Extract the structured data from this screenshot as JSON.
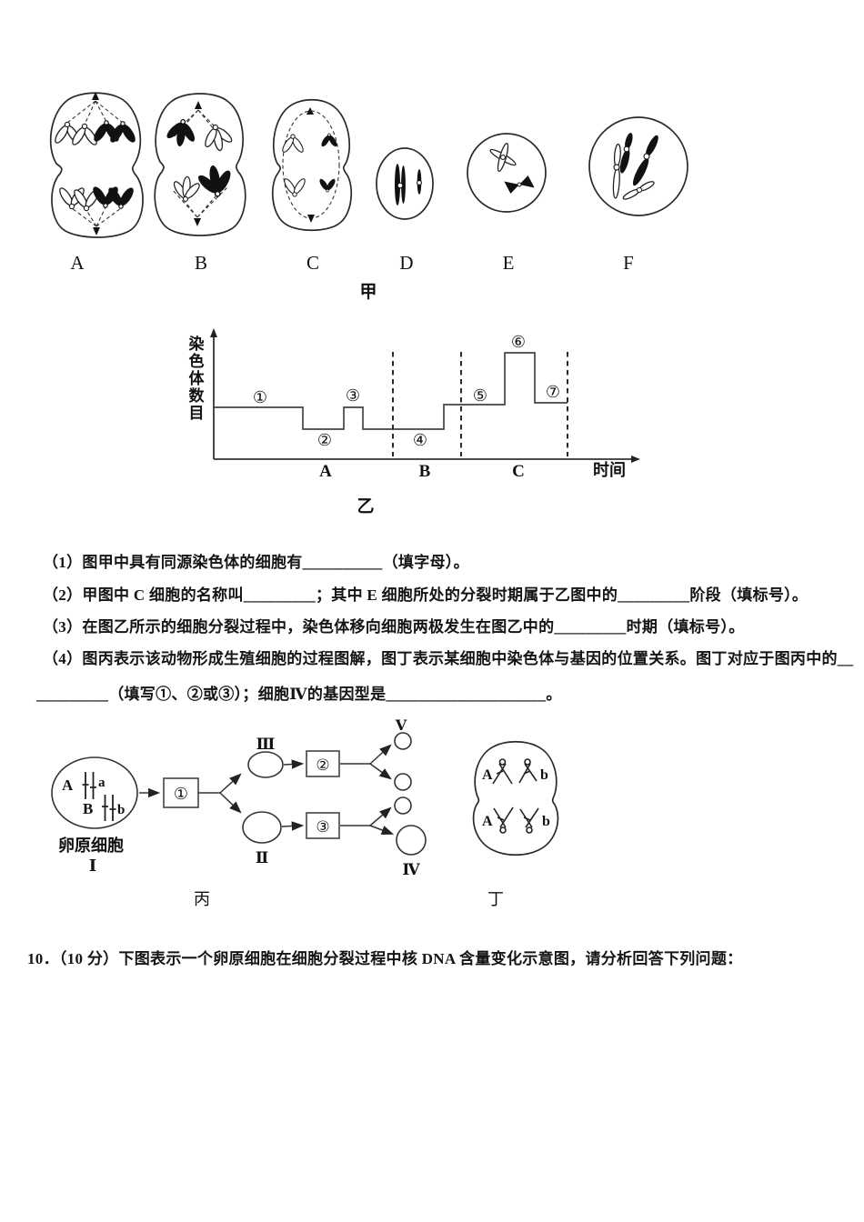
{
  "page": {
    "background": "#ffffff",
    "ink": "#1c1c1c"
  },
  "figure_jia": {
    "caption": "甲",
    "cells": [
      {
        "label": "A"
      },
      {
        "label": "B"
      },
      {
        "label": "C"
      },
      {
        "label": "D"
      },
      {
        "label": "E"
      },
      {
        "label": "F"
      }
    ]
  },
  "figure_yi": {
    "caption": "乙",
    "ylabel": "染色体数目",
    "ylabel_chars": [
      "染",
      "色",
      "体",
      "数",
      "目"
    ],
    "xlabel": "时间",
    "stages": [
      "①",
      "②",
      "③",
      "④",
      "⑤",
      "⑥",
      "⑦"
    ],
    "sections": [
      "A",
      "B",
      "C"
    ],
    "chart_data": {
      "type": "line",
      "description": "细胞分裂过程中染色体数目随时间的阶梯变化曲线",
      "ylabel": "染色体数目",
      "xlabel": "时间",
      "sections": [
        "A",
        "B",
        "C"
      ],
      "steps": [
        {
          "stage": "①",
          "section": "A",
          "level": "2n"
        },
        {
          "stage": "②",
          "section": "A",
          "level": "n"
        },
        {
          "stage": "③",
          "section": "A",
          "level": "2n"
        },
        {
          "stage": "④",
          "section": "A-B",
          "level": "n"
        },
        {
          "stage": "⑤",
          "section": "B-C",
          "level": "2n"
        },
        {
          "stage": "⑥",
          "section": "C",
          "level": "4n"
        },
        {
          "stage": "⑦",
          "section": "C",
          "level": "2n"
        }
      ]
    }
  },
  "questions": {
    "q1": "（1）图甲中具有同源染色体的细胞有__________（填字母）。",
    "q2": "（2）甲图中 C 细胞的名称叫_________；其中 E 细胞所处的分裂时期属于乙图中的_________阶段（填标号）。",
    "q3": "（3）在图乙所示的细胞分裂过程中，染色体移向细胞两极发生在图乙中的_________时期（填标号）。",
    "q4a": "（4）图丙表示该动物形成生殖细胞的过程图解，图丁表示某细胞中染色体与基因的位置关系。图丁对应于图丙中的__",
    "q4b": "_________（填写①、②或③）；细胞Ⅳ的基因型是____________________。"
  },
  "figure_bing": {
    "caption": "丙",
    "oogonium": {
      "gene_rows": [
        {
          "left": "A",
          "right": "a"
        },
        {
          "left": "B",
          "right": "b"
        }
      ],
      "name": "卵原细胞",
      "numeral": "Ⅰ"
    },
    "process_labels": [
      "①",
      "②",
      "③"
    ],
    "cell_numerals": {
      "II": "Ⅱ",
      "III": "Ⅲ",
      "IV": "Ⅳ",
      "V": "Ⅴ"
    }
  },
  "figure_ding": {
    "caption": "丁",
    "genes": {
      "top_left": "A",
      "top_right": "b",
      "bottom_left": "A",
      "bottom_right": "b"
    }
  },
  "question10": "10．（10 分）下图表示一个卵原细胞在细胞分裂过程中核 DNA 含量变化示意图，请分析回答下列问题："
}
